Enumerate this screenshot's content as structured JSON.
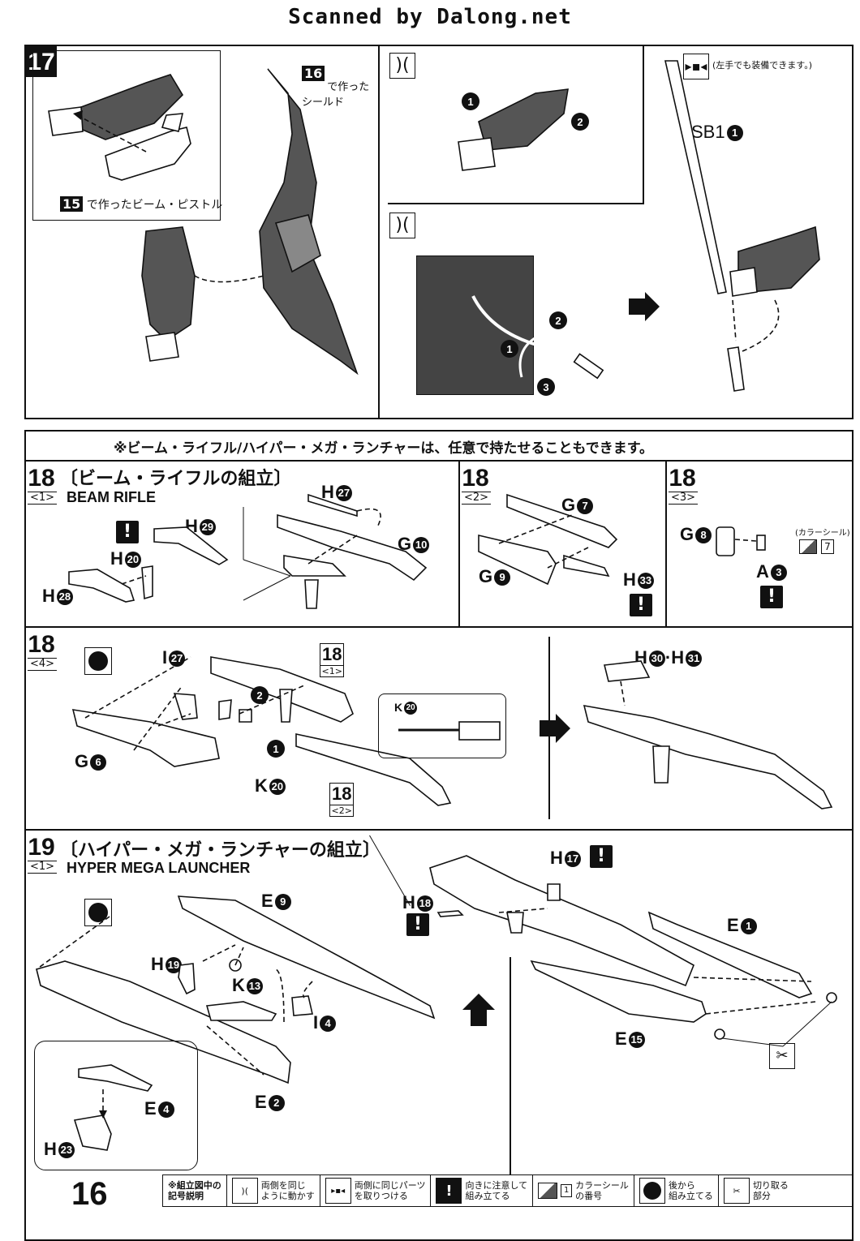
{
  "banner": "Scanned by Dalong.net",
  "step17": {
    "number": "17",
    "pistol_ref_no": "15",
    "pistol_ref_text": "で作ったビーム・ピストル",
    "shield_ref_no": "16",
    "shield_ref_text": "で作った\nシールド",
    "left_hand_note": "(左手でも装備できます。)",
    "sb_part": "SB1",
    "sb_num": "1",
    "arrow_labels": [
      "1",
      "2",
      "3"
    ]
  },
  "note_bar": "※ビーム・ライフル/ハイパー・メガ・ランチャーは、任意で持たせることもできます。",
  "step18_1": {
    "number": "18",
    "sub": "<1>",
    "title": "〔ビーム・ライフルの組立〕",
    "en": "BEAM RIFLE",
    "parts": [
      {
        "letter": "H",
        "num": "27"
      },
      {
        "letter": "H",
        "num": "29"
      },
      {
        "letter": "H",
        "num": "20"
      },
      {
        "letter": "H",
        "num": "28"
      },
      {
        "letter": "G",
        "num": "10"
      }
    ]
  },
  "step18_2": {
    "number": "18",
    "sub": "<2>",
    "parts": [
      {
        "letter": "G",
        "num": "7"
      },
      {
        "letter": "G",
        "num": "9"
      },
      {
        "letter": "H",
        "num": "33"
      }
    ]
  },
  "step18_3": {
    "number": "18",
    "sub": "<3>",
    "color_seal_label": "(カラーシール)",
    "seal_no": "7",
    "parts": [
      {
        "letter": "G",
        "num": "8"
      },
      {
        "letter": "A",
        "num": "3"
      }
    ]
  },
  "step18_4": {
    "number": "18",
    "sub": "<4>",
    "ref1_no": "18",
    "ref1_sub": "<1>",
    "ref2_no": "18",
    "ref2_sub": "<2>",
    "parts": [
      {
        "letter": "I",
        "num": "27"
      },
      {
        "letter": "G",
        "num": "6"
      },
      {
        "letter": "K",
        "num": "20"
      },
      {
        "letter": "K",
        "num": "20"
      },
      {
        "letter": "H",
        "num": "30"
      },
      {
        "letter": "H",
        "num": "31"
      }
    ],
    "order": [
      "1",
      "2"
    ]
  },
  "step19": {
    "number": "19",
    "sub": "<1>",
    "title": "〔ハイパー・メガ・ランチャーの組立〕",
    "en": "HYPER MEGA LAUNCHER",
    "parts": [
      {
        "letter": "E",
        "num": "9"
      },
      {
        "letter": "H",
        "num": "19"
      },
      {
        "letter": "K",
        "num": "13"
      },
      {
        "letter": "I",
        "num": "4"
      },
      {
        "letter": "E",
        "num": "2"
      },
      {
        "letter": "E",
        "num": "4"
      },
      {
        "letter": "H",
        "num": "23"
      },
      {
        "letter": "H",
        "num": "17"
      },
      {
        "letter": "H",
        "num": "18"
      },
      {
        "letter": "E",
        "num": "1"
      },
      {
        "letter": "E",
        "num": "15"
      }
    ]
  },
  "footer": {
    "page": "16",
    "legend_title": "※組立図中の\n記号説明",
    "items": [
      {
        "icon": "both-sides-icon",
        "text": "両側を同じ\nように動かす"
      },
      {
        "icon": "same-parts-icon",
        "text": "両側に同じパーツ\nを取りつける"
      },
      {
        "icon": "warning-icon",
        "text": "向きに注意して\n組み立てる"
      },
      {
        "icon": "color-seal-icon",
        "seal_no": "1",
        "text": "カラーシール\nの番号"
      },
      {
        "icon": "back-assembly-icon",
        "text": "後から\n組み立てる"
      },
      {
        "icon": "cut-icon",
        "text": "切り取る\n部分"
      }
    ]
  }
}
